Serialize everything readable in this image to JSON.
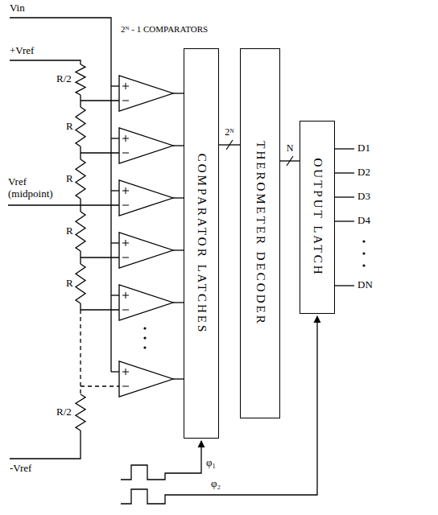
{
  "diagram": {
    "nodes": [
      {
        "text": [
          "COMPARATOR LATCHES"
        ]
      },
      {
        "text": [
          "THEROMETER DECODER"
        ]
      },
      {
        "text": [
          "OUTPUT LATCH"
        ]
      }
    ],
    "edges": [
      {
        "from": 0,
        "to": 1,
        "arrow": "none",
        "label": "2ᴺ"
      },
      {
        "from": 1,
        "to": 2,
        "arrow": "none",
        "label": "N"
      }
    ],
    "labels": [
      "Vin",
      "2ᴺ - 1 COMPARATORS",
      "+Vref",
      "R/2",
      "R",
      "R",
      "Vref (midpoint)",
      "R",
      "R",
      "R/2",
      "-Vref",
      "φ₁",
      "φ₂",
      "D1",
      "D2",
      "D3",
      "D4",
      "DN"
    ]
  }
}
